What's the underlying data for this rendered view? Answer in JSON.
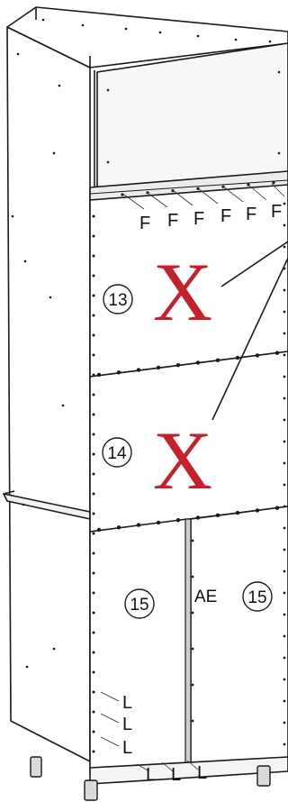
{
  "colors": {
    "line": "#1a1a1a",
    "panel": "#ffffff",
    "shade": "#e9e9e9",
    "mark": "#c8202a"
  },
  "labels": {
    "hinge_letter": "F",
    "bottom_letter": "L",
    "glue_code": "AE"
  },
  "parts": [
    {
      "id": "13",
      "mark": "X"
    },
    {
      "id": "14",
      "mark": "X"
    },
    {
      "id": "15"
    },
    {
      "id": "15"
    }
  ]
}
